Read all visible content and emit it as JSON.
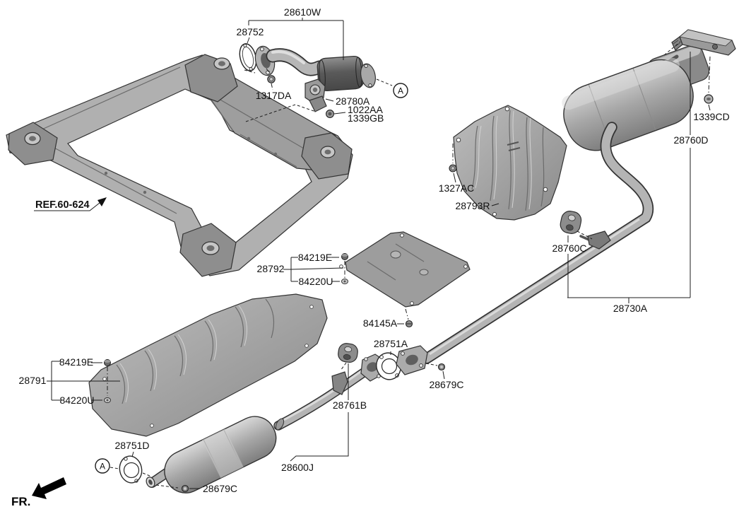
{
  "diagram_type": "exhaust-and-muffler-parts-diagram",
  "colors": {
    "background": "#ffffff",
    "ink": "#1a1a1a",
    "metal_light": "#d6d6d6",
    "metal_mid": "#a8a8a8",
    "metal_dark": "#5f5f5f"
  },
  "direction_indicator": "FR.",
  "view_marker": "A",
  "reference_callout": "REF.60-624",
  "callouts": {
    "c28610W": "28610W",
    "c28752": "28752",
    "c1317DA": "1317DA",
    "c28780A": "28780A",
    "c1022AA": "1022AA",
    "c1339GB": "1339GB",
    "c1327AC": "1327AC",
    "c28793R": "28793R",
    "c1339CD": "1339CD",
    "c28760D": "28760D",
    "c28760C": "28760C",
    "c28730A": "28730A",
    "c84219E": "84219E",
    "c28792": "28792",
    "c84220U": "84220U",
    "c84145A": "84145A",
    "c28751A": "28751A",
    "c28679C": "28679C",
    "c28791": "28791",
    "c28761B": "28761B",
    "c28751D": "28751D",
    "c28600J": "28600J"
  }
}
